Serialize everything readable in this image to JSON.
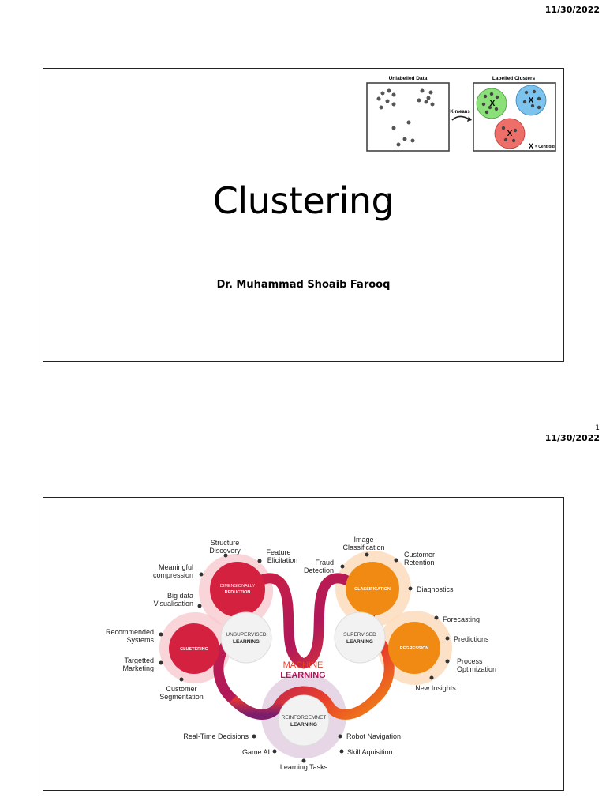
{
  "page1": {
    "date": "11/30/2022",
    "slide": {
      "title": "Clustering",
      "author": "Dr. Muhammad Shoaib Farooq",
      "kmeans_figure": {
        "unlabelled_title": "Unlabelled Data",
        "labelled_title": "Labelled Clusters",
        "arrow_label": "K-means",
        "centroid_marker": "X",
        "centroid_legend": "= Centroid",
        "cluster_colors": [
          "#8be07a",
          "#7cc3ee",
          "#ee6f6a"
        ]
      }
    }
  },
  "page2": {
    "page_number": "1",
    "date": "11/30/2022",
    "diagram": {
      "center_line1": "MACHINE",
      "center_line2": "LEARNING",
      "unsupervised_line1": "UNSUPERVISED",
      "unsupervised_line2": "LEARNING",
      "supervised_line1": "SUPERVISED",
      "supervised_line2": "LEARNING",
      "reinforcement_line1": "REINFORCEMNET",
      "reinforcement_line2": "LEARNING",
      "dimred_line1": "DIMENSIONALLY",
      "dimred_line2": "REDUCTION",
      "clustering": "CLUSTERING",
      "classification": "CLASSIFICATION",
      "regression": "REGRESSION",
      "labels": {
        "structure_discovery_1": "Structure",
        "structure_discovery_2": "Discovery",
        "feature_elicitation_1": "Feature",
        "feature_elicitation_2": "Elicitation",
        "meaningful_compression_1": "Meaningful",
        "meaningful_compression_2": "compression",
        "big_data_1": "Big data",
        "big_data_2": "Visualisation",
        "recommended_1": "Recommended",
        "recommended_2": "Systems",
        "targetted_1": "Targetted",
        "targetted_2": "Marketing",
        "customer_seg_1": "Customer",
        "customer_seg_2": "Segmentation",
        "image_class_1": "Image",
        "image_class_2": "Classification",
        "fraud_1": "Fraud",
        "fraud_2": "Detection",
        "customer_ret_1": "Customer",
        "customer_ret_2": "Retention",
        "diagnostics": "Diagnostics",
        "forecasting": "Forecasting",
        "predictions": "Predictions",
        "process_opt_1": "Process",
        "process_opt_2": "Optimization",
        "new_insights": "New Insights",
        "real_time": "Real-Time Decisions",
        "game_ai": "Game AI",
        "learning_tasks": "Learning Tasks",
        "robot_nav": "Robot Navigation",
        "skill_acq": "Skill Aquisition"
      },
      "colors": {
        "red": "#d4213f",
        "orange": "#f08a12",
        "purple": "#7b1e6e",
        "pink_ring": "#f7c9cf",
        "peach_ring": "#fbdcbc",
        "lilac_ring": "#e3cfe2"
      }
    }
  }
}
